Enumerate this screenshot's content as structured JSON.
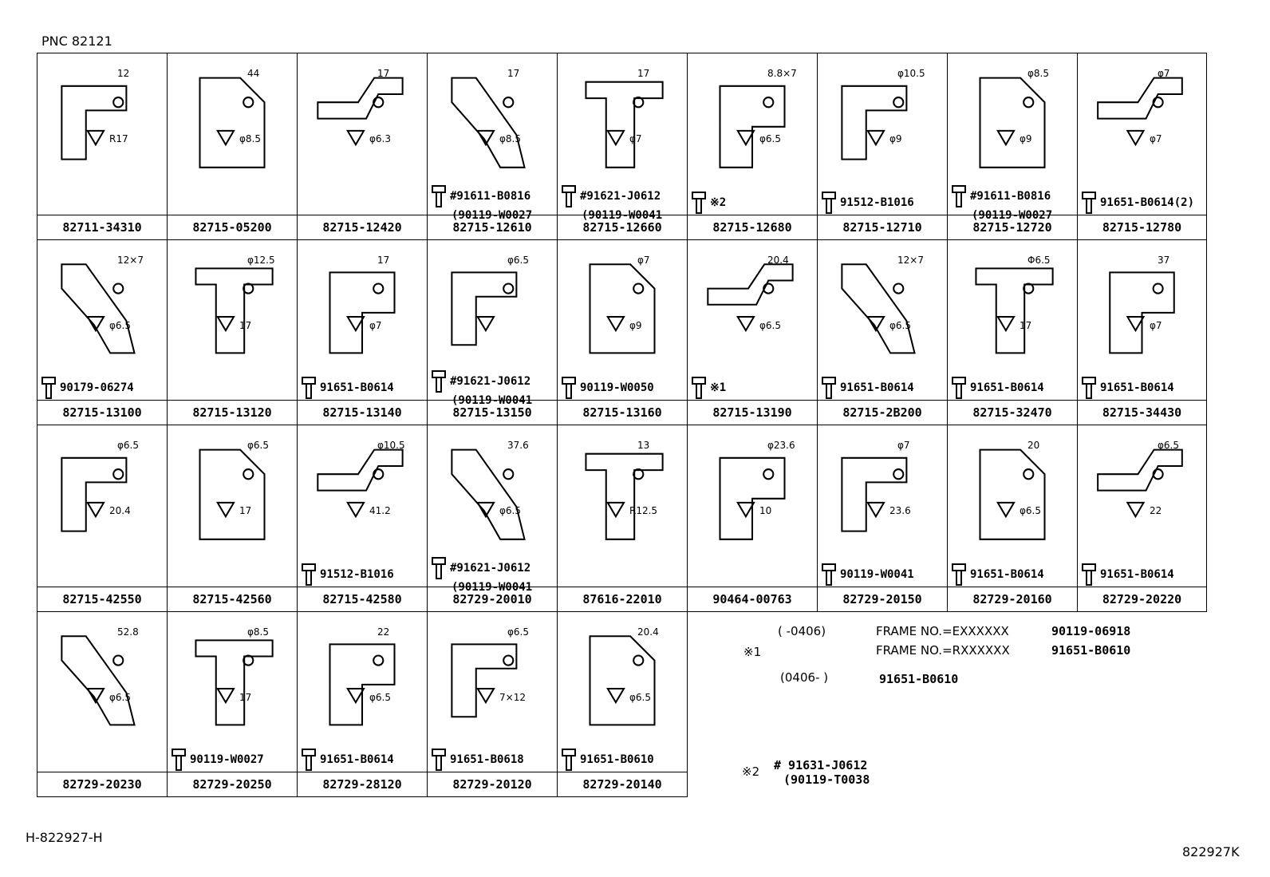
{
  "header": {
    "pnc": "PNC 82121"
  },
  "footer": {
    "left_code": "H-822927-H",
    "right_code": "822927K"
  },
  "rows": [
    [
      {
        "part": "82711-34310",
        "dims": [
          "12",
          "R17"
        ],
        "bolt": null,
        "bolt_sub": null
      },
      {
        "part": "82715-05200",
        "dims": [
          "44",
          "φ8.5"
        ],
        "bolt": null,
        "bolt_sub": null
      },
      {
        "part": "82715-12420",
        "dims": [
          "17",
          "φ6.3"
        ],
        "bolt": null,
        "bolt_sub": null
      },
      {
        "part": "82715-12610",
        "dims": [
          "17",
          "φ8.5"
        ],
        "bolt": "#91611-B0816",
        "bolt_sub": "(90119-W0027"
      },
      {
        "part": "82715-12660",
        "dims": [
          "17",
          "φ7"
        ],
        "bolt": "#91621-J0612",
        "bolt_sub": "(90119-W0041"
      },
      {
        "part": "82715-12680",
        "dims": [
          "8.8×7",
          "φ6.5"
        ],
        "bolt": "※2",
        "bolt_sub": null
      },
      {
        "part": "82715-12710",
        "dims": [
          "φ10.5",
          "φ9"
        ],
        "bolt": "91512-B1016",
        "bolt_sub": null
      },
      {
        "part": "82715-12720",
        "dims": [
          "φ8.5",
          "φ9"
        ],
        "bolt": "#91611-B0816",
        "bolt_sub": "(90119-W0027"
      },
      {
        "part": "82715-12780",
        "dims": [
          "φ7",
          "φ7"
        ],
        "bolt": "91651-B0614(2)",
        "bolt_sub": null
      }
    ],
    [
      {
        "part": "82715-13100",
        "dims": [
          "12×7",
          "φ6.5"
        ],
        "bolt": "90179-06274",
        "bolt_sub": null
      },
      {
        "part": "82715-13120",
        "dims": [
          "φ12.5",
          "17"
        ],
        "bolt": null,
        "bolt_sub": null
      },
      {
        "part": "82715-13140",
        "dims": [
          "17",
          "φ7"
        ],
        "bolt": "91651-B0614",
        "bolt_sub": null
      },
      {
        "part": "82715-13150",
        "dims": [
          "φ6.5"
        ],
        "bolt": "#91621-J0612",
        "bolt_sub": "(90119-W0041"
      },
      {
        "part": "82715-13160",
        "dims": [
          "φ7",
          "φ9"
        ],
        "bolt": "90119-W0050",
        "bolt_sub": null
      },
      {
        "part": "82715-13190",
        "dims": [
          "20.4",
          "φ6.5"
        ],
        "bolt": "※1",
        "bolt_sub": null
      },
      {
        "part": "82715-2B200",
        "dims": [
          "12×7",
          "φ6.5"
        ],
        "bolt": "91651-B0614",
        "bolt_sub": null
      },
      {
        "part": "82715-32470",
        "dims": [
          "Φ6.5",
          "17"
        ],
        "bolt": "91651-B0614",
        "bolt_sub": null
      },
      {
        "part": "82715-34430",
        "dims": [
          "37",
          "φ7"
        ],
        "bolt": "91651-B0614",
        "bolt_sub": null
      }
    ],
    [
      {
        "part": "82715-42550",
        "dims": [
          "φ6.5",
          "20.4"
        ],
        "bolt": null,
        "bolt_sub": null
      },
      {
        "part": "82715-42560",
        "dims": [
          "φ6.5",
          "17"
        ],
        "bolt": null,
        "bolt_sub": null
      },
      {
        "part": "82715-42580",
        "dims": [
          "φ10.5",
          "41.2"
        ],
        "bolt": "91512-B1016",
        "bolt_sub": null
      },
      {
        "part": "82729-20010",
        "dims": [
          "37.6",
          "φ6.5"
        ],
        "bolt": "#91621-J0612",
        "bolt_sub": "(90119-W0041"
      },
      {
        "part": "87616-22010",
        "dims": [
          "13",
          "R12.5"
        ],
        "bolt": null,
        "bolt_sub": null
      },
      {
        "part": "90464-00763",
        "dims": [
          "φ23.6",
          "10"
        ],
        "bolt": null,
        "bolt_sub": null
      },
      {
        "part": "82729-20150",
        "dims": [
          "φ7",
          "23.6"
        ],
        "bolt": "90119-W0041",
        "bolt_sub": null
      },
      {
        "part": "82729-20160",
        "dims": [
          "20",
          "φ6.5"
        ],
        "bolt": "91651-B0614",
        "bolt_sub": null
      },
      {
        "part": "82729-20220",
        "dims": [
          "φ6.5",
          "22"
        ],
        "bolt": "91651-B0614",
        "bolt_sub": null
      }
    ],
    [
      {
        "part": "82729-20230",
        "dims": [
          "52.8",
          "φ6.5"
        ],
        "bolt": null,
        "bolt_sub": null
      },
      {
        "part": "82729-20250",
        "dims": [
          "φ8.5",
          "17"
        ],
        "bolt": "90119-W0027",
        "bolt_sub": null
      },
      {
        "part": "82729-28120",
        "dims": [
          "22",
          "φ6.5"
        ],
        "bolt": "91651-B0614",
        "bolt_sub": null
      },
      {
        "part": "82729-20120",
        "dims": [
          "φ6.5",
          "7×12"
        ],
        "bolt": "91651-B0618",
        "bolt_sub": null
      },
      {
        "part": "82729-20140",
        "dims": [
          "20.4",
          "φ6.5"
        ],
        "bolt": "91651-B0610",
        "bolt_sub": null
      }
    ]
  ],
  "notes": {
    "n1_range": "(      -0406)",
    "n1_frame_e": "FRAME NO.=EXXXXXX",
    "n1_part_e": "90119-06918",
    "n1_symbol": "※1",
    "n1_frame_r": "FRAME NO.=RXXXXXX",
    "n1_part_r": "91651-B0610",
    "n1_range2": "(0406-        )",
    "n1_part2": "91651-B0610",
    "n2_symbol": "※2",
    "n2_part": "#  91631-J0612",
    "n2_sub": "(90119-T0038"
  }
}
